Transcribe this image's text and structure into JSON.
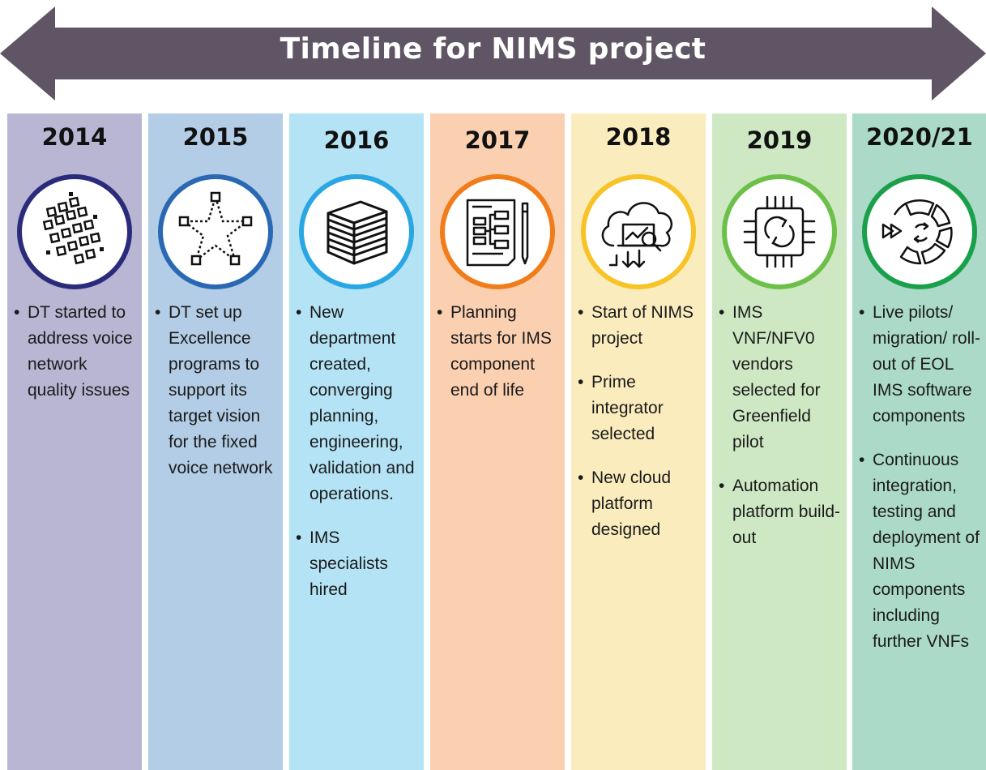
{
  "title": "Timeline for NIMS project",
  "colors": {
    "banner": "#605564",
    "columns": [
      "#b8b6d3",
      "#b2cde5",
      "#b4e3f5",
      "#fbd0b1",
      "#fbecbe",
      "#cfe8c4",
      "#acdac8"
    ],
    "rings": [
      "#2b2b7c",
      "#2a68b4",
      "#2aa6e3",
      "#f07d1a",
      "#f7c326",
      "#6cc04a",
      "#1aa04a"
    ]
  },
  "columns": [
    {
      "year": "2014",
      "icon": "data-grid-icon",
      "bullets": [
        "DT started to address voice network quality issues"
      ]
    },
    {
      "year": "2015",
      "icon": "star-network-icon",
      "bullets": [
        "DT set up Excellence programs to support its target vision for the fixed voice network"
      ]
    },
    {
      "year": "2016",
      "icon": "cube-icon",
      "bullets": [
        "New department created, converging planning, engineering, validation and operations.",
        "IMS specialists hired"
      ]
    },
    {
      "year": "2017",
      "icon": "blueprint-icon",
      "bullets": [
        "Planning starts for IMS component end of life"
      ]
    },
    {
      "year": "2018",
      "icon": "cloud-analytics-icon",
      "bullets": [
        "Start of NIMS project",
        "Prime integrator selected",
        "New cloud platform designed"
      ]
    },
    {
      "year": "2019",
      "icon": "chip-refresh-icon",
      "bullets": [
        "IMS VNF/NFV0 vendors selected for Greenfield pilot",
        "Automation platform build-out"
      ]
    },
    {
      "year": "2020/21",
      "icon": "cycle-segments-icon",
      "bullets": [
        "Live pilots/ migration/ roll-out of EOL IMS software components",
        "Continuous integration, testing and deployment of NIMS components including further VNFs"
      ]
    }
  ]
}
